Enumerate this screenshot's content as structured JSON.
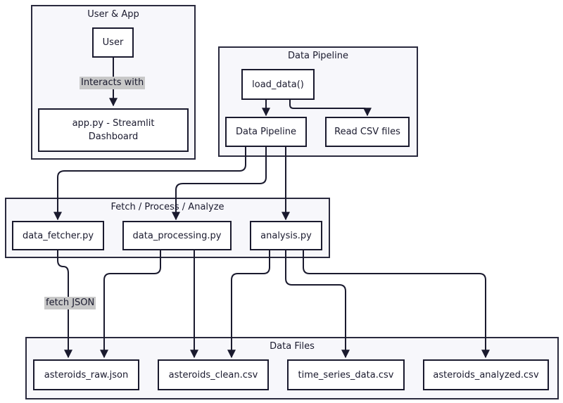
{
  "clusters": {
    "user_app": "User & App",
    "data_pipeline": "Data Pipeline",
    "fetch_process": "Fetch / Process / Analyze",
    "data_files": "Data Files"
  },
  "nodes": {
    "user": "User",
    "app": "app.py - Streamlit Dashboard",
    "load_data": "load_data()",
    "pipeline": "Data Pipeline",
    "read_csv": "Read CSV files",
    "fetcher": "data_fetcher.py",
    "processing": "data_processing.py",
    "analysis": "analysis.py",
    "raw_json": "asteroids_raw.json",
    "clean_csv": "asteroids_clean.csv",
    "time_series": "time_series_data.csv",
    "analyzed_csv": "asteroids_analyzed.csv"
  },
  "edge_labels": {
    "interacts": "Interacts with",
    "fetch_json": "fetch JSON"
  },
  "colors": {
    "cluster_fill": "#f7f7fb",
    "node_fill": "#ffffff",
    "stroke": "#1a1a2e",
    "edge_label_bg": "#c8c8c8"
  }
}
